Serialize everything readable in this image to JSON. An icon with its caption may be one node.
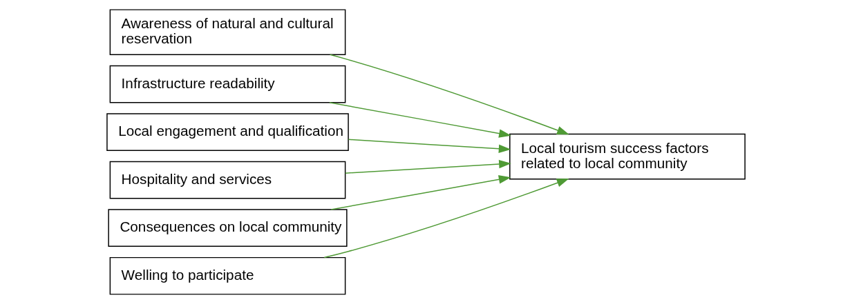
{
  "diagram": {
    "nodes": [
      {
        "text": [
          "Awareness of natural and cultural reservation"
        ]
      },
      {
        "text": [
          "Infrastructure readability"
        ]
      },
      {
        "text": [
          "Local engagement and qualification"
        ]
      },
      {
        "text": [
          "Hospitality and services"
        ]
      },
      {
        "text": [
          "Consequences on local community"
        ]
      },
      {
        "text": [
          "Welling to participate"
        ]
      },
      {
        "text": [
          "Local tourism success factors related to local community"
        ]
      }
    ],
    "edges": [
      {
        "from": 0,
        "to": 6,
        "arrow": "to"
      },
      {
        "from": 1,
        "to": 6,
        "arrow": "to"
      },
      {
        "from": 2,
        "to": 6,
        "arrow": "to"
      },
      {
        "from": 3,
        "to": 6,
        "arrow": "to"
      },
      {
        "from": 4,
        "to": 6,
        "arrow": "to"
      },
      {
        "from": 5,
        "to": 6,
        "arrow": "to"
      }
    ]
  }
}
